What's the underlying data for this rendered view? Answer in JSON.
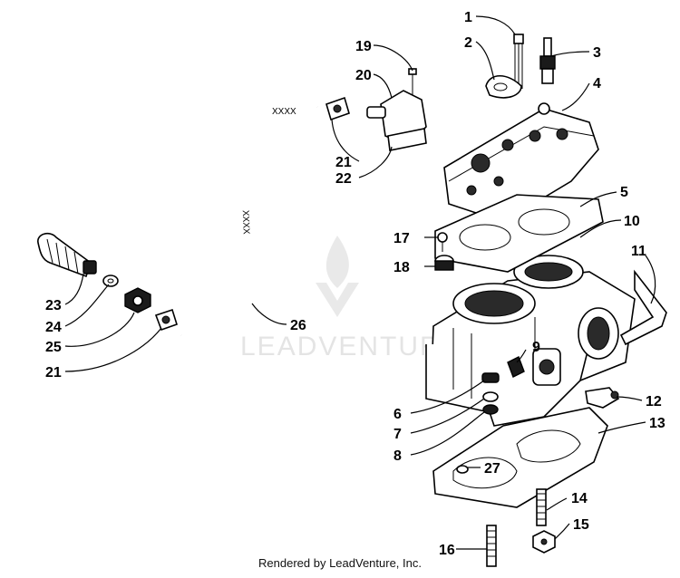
{
  "footer": "Rendered by LeadVenture, Inc.",
  "watermark": "LEADVENTURE",
  "callouts": [
    "1",
    "2",
    "3",
    "4",
    "5",
    "6",
    "7",
    "8",
    "9",
    "10",
    "11",
    "12",
    "13",
    "14",
    "15",
    "16",
    "17",
    "18",
    "19",
    "20",
    "21",
    "21",
    "22",
    "23",
    "24",
    "25",
    "26",
    "27"
  ],
  "hose_marks": [
    "XXXX",
    "XXXX"
  ]
}
